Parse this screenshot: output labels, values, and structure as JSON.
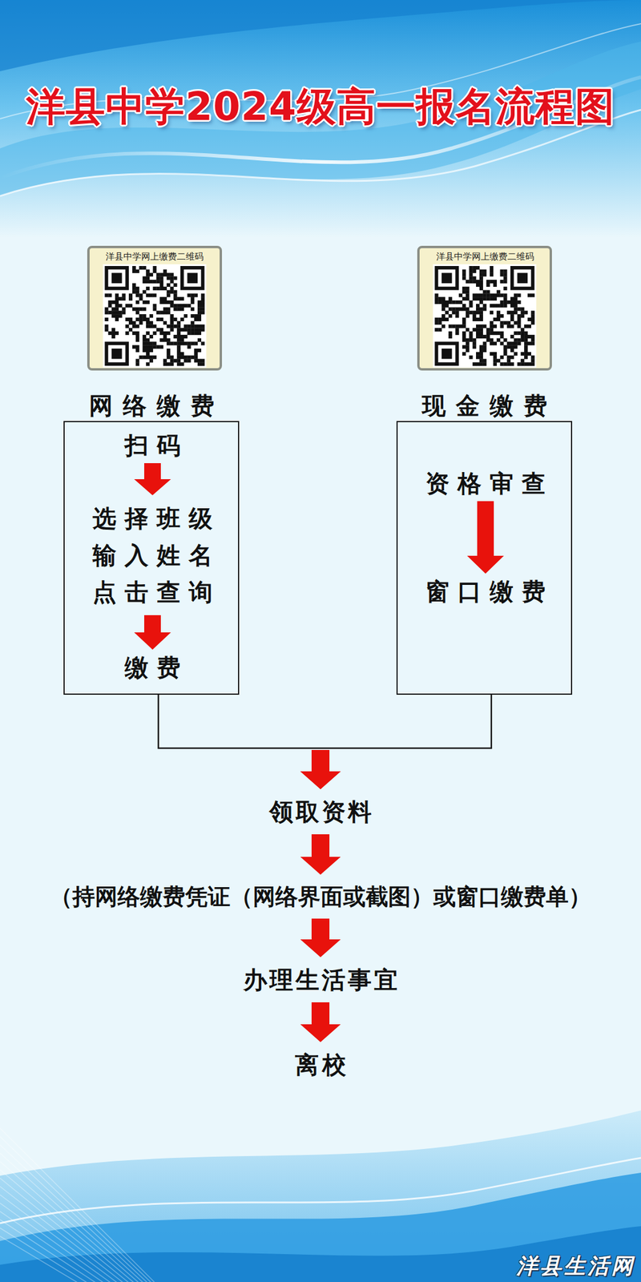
{
  "diagram": {
    "title": "洋县中学2024级高一报名流程图",
    "nodes": [
      {
        "text": [
          "网络缴费"
        ]
      },
      {
        "text": [
          "扫码"
        ],
        "in": 0
      },
      {
        "text": [
          "选择班级 输入姓名 点击查询"
        ],
        "in": 0
      },
      {
        "text": [
          "缴费"
        ],
        "in": 0
      },
      {
        "text": [
          "现金缴费"
        ]
      },
      {
        "text": [
          "资格审查"
        ],
        "in": 4
      },
      {
        "text": [
          "窗口缴费"
        ],
        "in": 4
      },
      {
        "text": [
          "领取资料"
        ]
      },
      {
        "text": [
          "（持网络缴费凭证（网络界面或截图）或窗口缴费单）"
        ]
      },
      {
        "text": [
          "办理生活事宜"
        ]
      },
      {
        "text": [
          "离校"
        ]
      }
    ],
    "edges": [
      {
        "from": 1,
        "to": 2,
        "arrow": "to"
      },
      {
        "from": 2,
        "to": 3,
        "arrow": "to"
      },
      {
        "from": 5,
        "to": 6,
        "arrow": "to"
      },
      {
        "from": 0,
        "to": 7,
        "arrow": "to"
      },
      {
        "from": 4,
        "to": 7,
        "arrow": "to"
      },
      {
        "from": 7,
        "to": 8,
        "arrow": "to"
      },
      {
        "from": 8,
        "to": 9,
        "arrow": "to"
      },
      {
        "from": 9,
        "to": 10,
        "arrow": "to"
      }
    ],
    "labels": [
      "洋县中学网上缴费二维码",
      "洋县中学网上缴费二维码",
      "洋县生活网"
    ]
  }
}
